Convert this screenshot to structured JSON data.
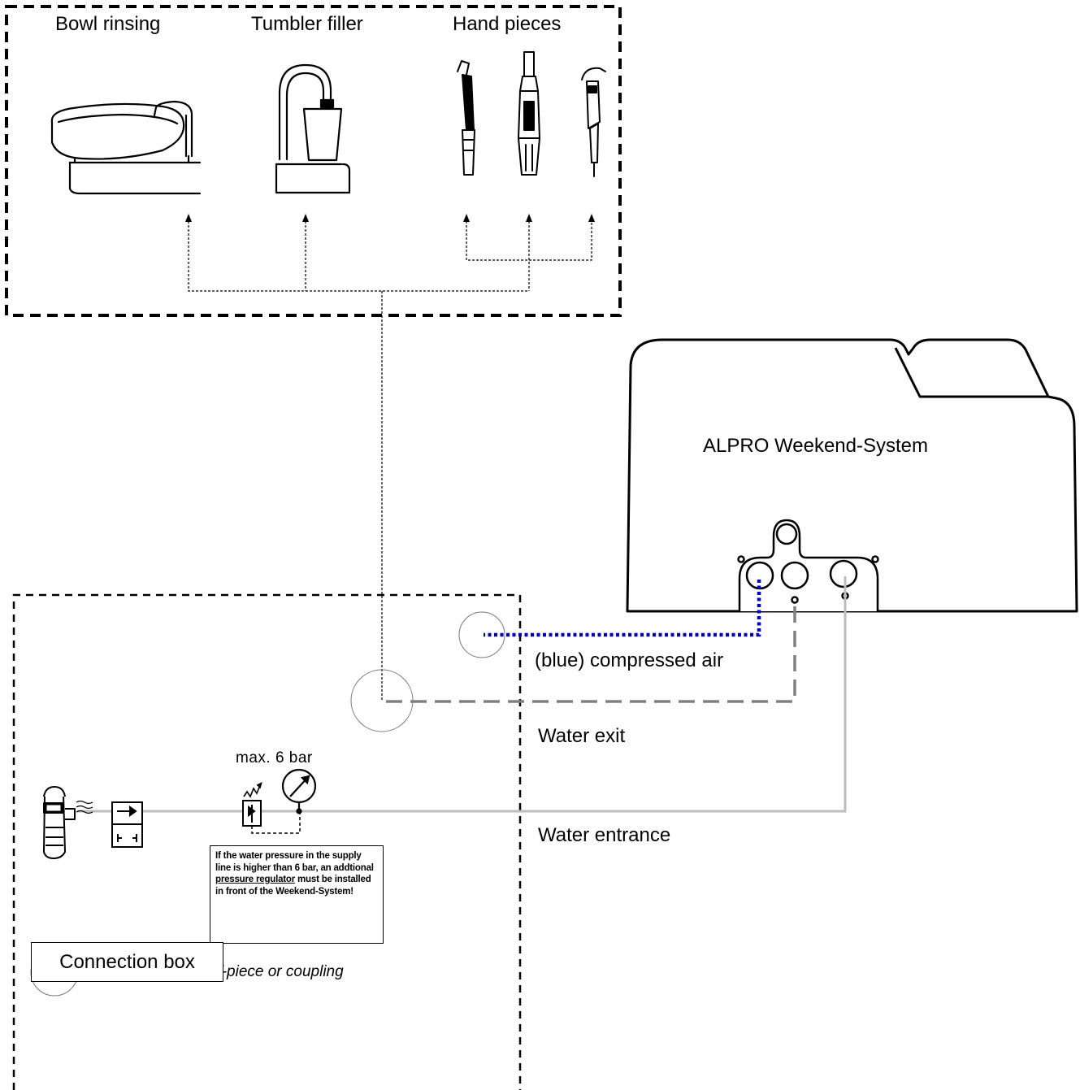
{
  "consumers": {
    "bowl_rinsing": "Bowl rinsing",
    "tumbler_filler": "Tumbler filler",
    "hand_pieces": "Hand pieces"
  },
  "device": {
    "name": "ALPRO Weekend-System"
  },
  "lines": {
    "compressed_air": "(blue) compressed air",
    "water_exit": "Water exit",
    "water_entrance": "Water entrance"
  },
  "pressure": {
    "max_label": "max. 6 bar"
  },
  "note": {
    "text_before": "If the water pressure in the supply line is higher than 6 bar, an addtional ",
    "text_underlined": "pressure regulator",
    "text_after": " must be installed in front of the Weekend-System!"
  },
  "legend": {
    "connection_text": "= Connection with T-piece or coupling"
  },
  "connection_box": {
    "label": "Connection box"
  },
  "colors": {
    "compressed_air": "#0000cc",
    "water_exit": "#808080",
    "water_entrance": "#bdbdbd",
    "outline": "#000000"
  },
  "icons": [
    "bowl-rinsing-icon",
    "tumbler-filler-icon",
    "handpiece-icon",
    "tap-icon",
    "valve-icon",
    "pressure-regulator-icon",
    "pressure-gauge-icon"
  ]
}
